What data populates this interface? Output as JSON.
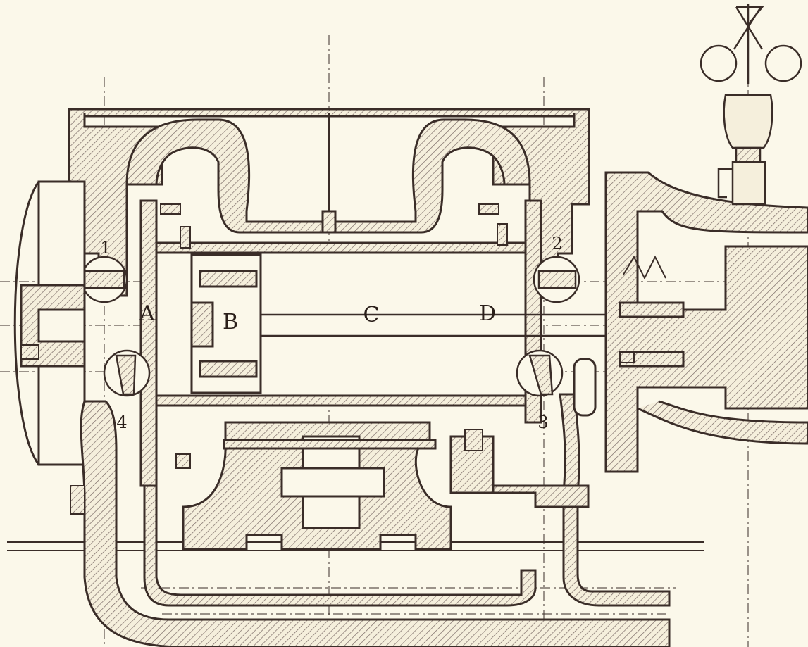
{
  "labels": {
    "A": "A",
    "B": "B",
    "C": "C",
    "D": "D",
    "port1": "1",
    "port2": "2",
    "port3": "3",
    "port4": "4"
  },
  "colors": {
    "paper": "#fbf8ea",
    "ink": "#3a2d28",
    "hatch": "#7a6a66"
  }
}
